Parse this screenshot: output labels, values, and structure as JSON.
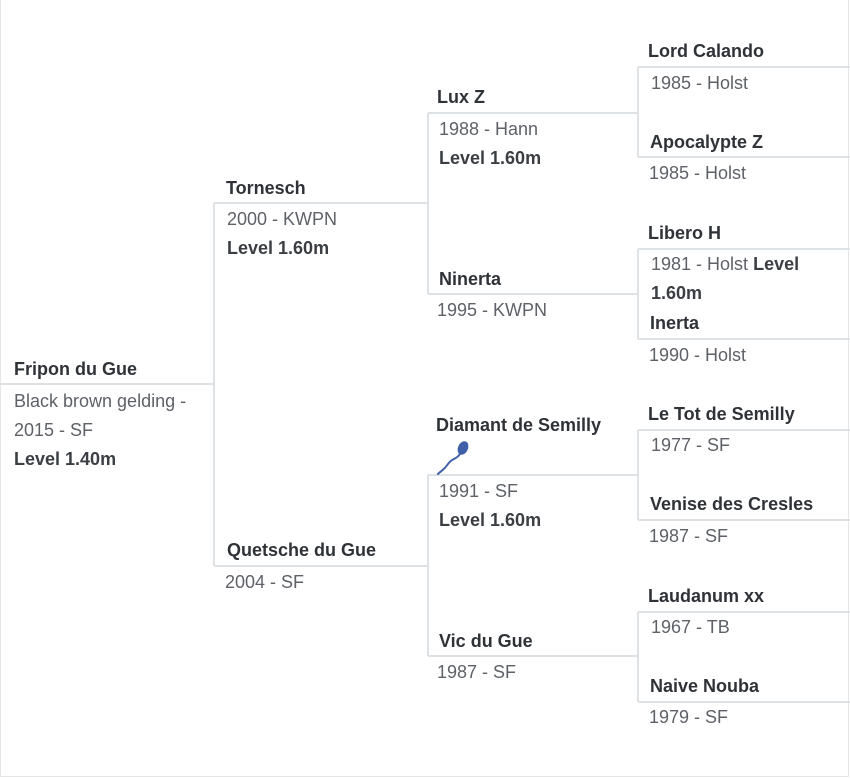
{
  "pedigree": {
    "subject": {
      "name": "Fripon du Gue",
      "details": "Black brown gelding - 2015 - SF",
      "level": "Level 1.40m"
    },
    "sire": {
      "name": "Tornesch",
      "details": "2000 - KWPN",
      "level": "Level 1.60m"
    },
    "dam": {
      "name": "Quetsche du Gue",
      "details": "2004 - SF",
      "level": ""
    },
    "sire_sire": {
      "name": "Lux Z",
      "details": "1988 - Hann",
      "level": "Level 1.60m"
    },
    "sire_dam": {
      "name": "Ninerta",
      "details": "1995 - KWPN",
      "level": ""
    },
    "dam_sire": {
      "name": "Diamant de Semilly",
      "details": "1991 - SF",
      "level": "Level 1.60m",
      "icon": "sperm-icon",
      "icon_color": "#3f5fa8"
    },
    "dam_dam": {
      "name": "Vic du Gue",
      "details": "1987 - SF",
      "level": ""
    },
    "ggp": [
      {
        "name": "Lord Calando",
        "details": "1985 - Holst",
        "level": ""
      },
      {
        "name": "Apocalypte Z",
        "details": "1985 - Holst",
        "level": ""
      },
      {
        "name": "Libero H",
        "details": "1981 - Holst",
        "level": "Level 1.60m"
      },
      {
        "name": "Inerta",
        "details": "1990 - Holst",
        "level": ""
      },
      {
        "name": "Le Tot de Semilly",
        "details": "1977 - SF",
        "level": ""
      },
      {
        "name": "Venise des Cresles",
        "details": "1987 - SF",
        "level": ""
      },
      {
        "name": "Laudanum xx",
        "details": "1967 - TB",
        "level": ""
      },
      {
        "name": "Naive Nouba",
        "details": "1979 - SF",
        "level": ""
      }
    ]
  },
  "colors": {
    "line": "#dfe2e5",
    "name": "#2f3338",
    "text": "#5e6268"
  }
}
